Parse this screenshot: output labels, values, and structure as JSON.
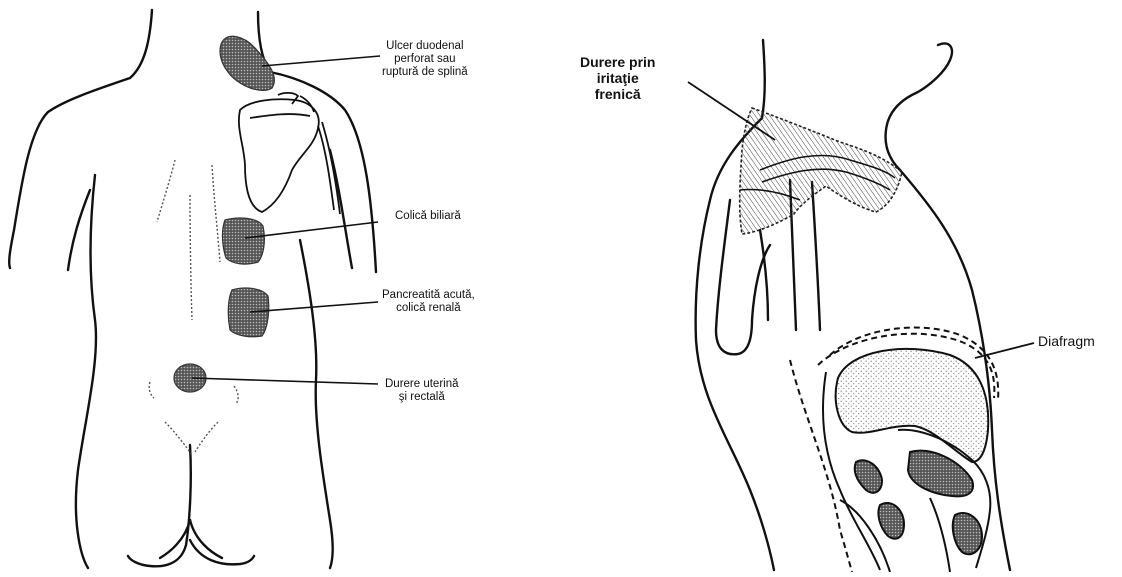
{
  "left_figure": {
    "labels": {
      "ulcer": [
        "Ulcer duodenal",
        "perforat sau",
        "ruptură de splină"
      ],
      "biliary": [
        "Colică biliară"
      ],
      "pancreatitis": [
        "Pancreatită acută,",
        "colică renală"
      ],
      "uterine": [
        "Durere uterină",
        "şi rectală"
      ]
    }
  },
  "right_figure": {
    "labels": {
      "phrenic": [
        "Durere prin",
        "iritaţie",
        "frenică"
      ],
      "diaphragm": "Diafragm"
    }
  }
}
